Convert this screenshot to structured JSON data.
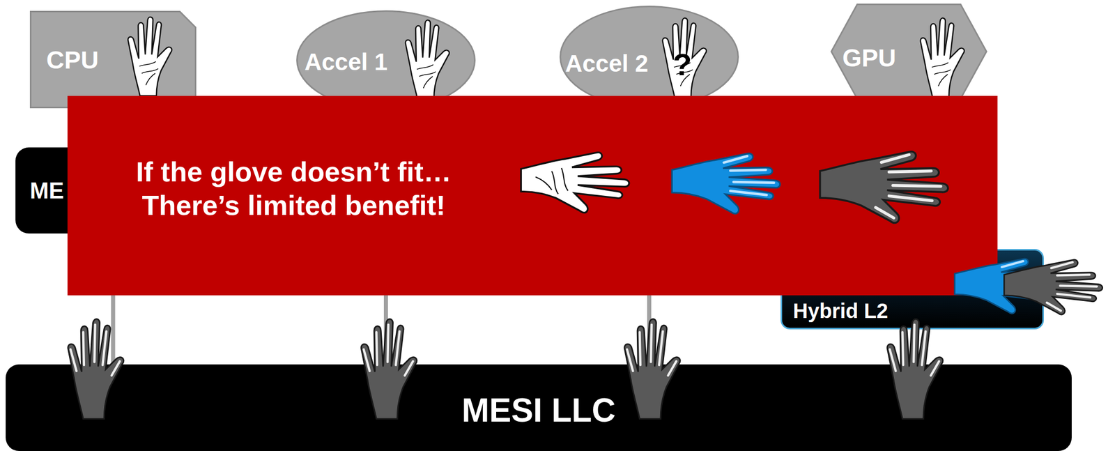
{
  "diagram": {
    "nodes": [
      {
        "text": [
          "CPU"
        ]
      },
      {
        "text": [
          "Accel 1"
        ]
      },
      {
        "text": [
          "Accel 2"
        ]
      },
      {
        "text": [
          "GPU"
        ]
      },
      {
        "text": [
          "ME"
        ]
      },
      {
        "text": [
          "If the glove doesn’t fit… There’s limited benefit!"
        ]
      },
      {
        "text": [
          "Hybrid L2"
        ]
      },
      {
        "text": [
          "MESI LLC"
        ]
      }
    ],
    "edges": [
      {
        "from": 0,
        "to": 7,
        "arrow": "none"
      },
      {
        "from": 1,
        "to": 7,
        "arrow": "none"
      },
      {
        "from": 2,
        "to": 7,
        "arrow": "none"
      },
      {
        "from": 6,
        "to": 7,
        "arrow": "none"
      }
    ],
    "labels": [
      "?"
    ]
  }
}
